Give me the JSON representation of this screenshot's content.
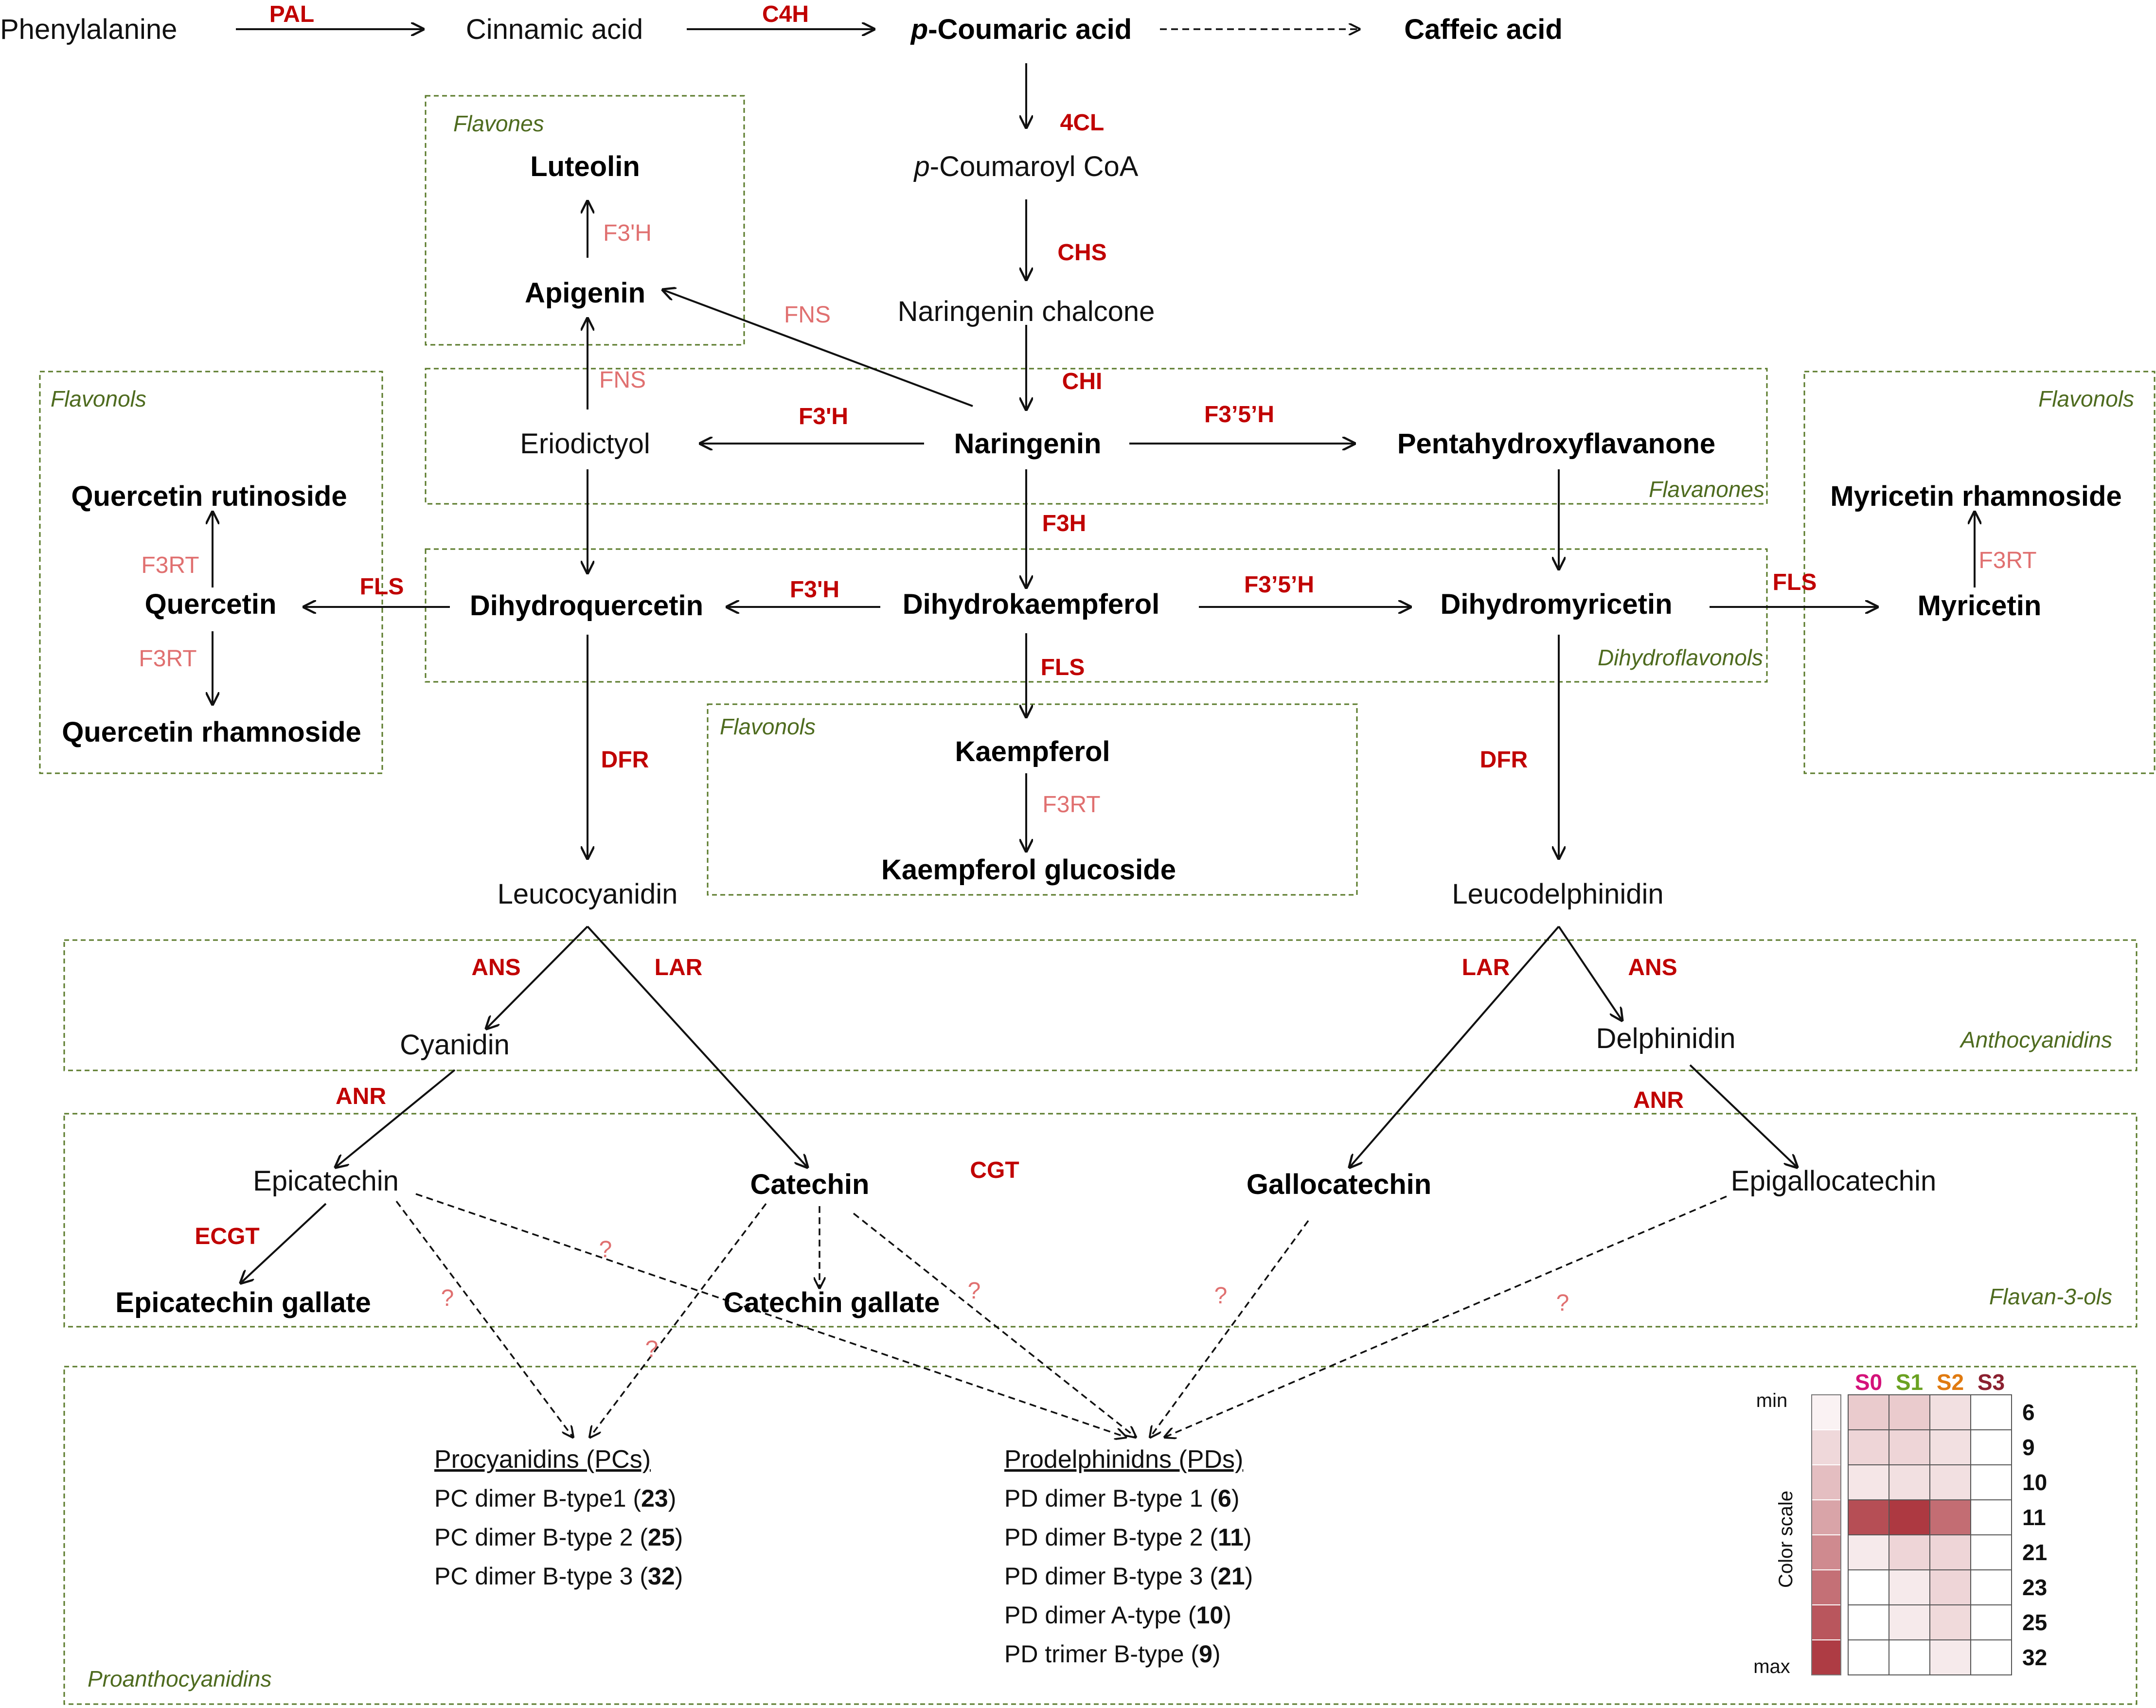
{
  "compounds": {
    "phenylalanine": "Phenylalanine",
    "cinnamic_acid": "Cinnamic acid",
    "p_coumaric_acid_prefix": "p",
    "p_coumaric_acid": "-Coumaric acid",
    "caffeic_acid": "Caffeic acid",
    "p_coumaroyl_coa_prefix": "p",
    "p_coumaroyl_coa": "-Coumaroyl CoA",
    "naringenin_chalcone": "Naringenin chalcone",
    "luteolin": "Luteolin",
    "apigenin": "Apigenin",
    "eriodictyol": "Eriodictyol",
    "naringenin": "Naringenin",
    "pentahydroxyflavanone": "Pentahydroxyflavanone",
    "quercetin_rutinoside": "Quercetin rutinoside",
    "quercetin": "Quercetin",
    "quercetin_rhamnoside": "Quercetin rhamnoside",
    "dihydroquercetin": "Dihydroquercetin",
    "dihydrokaempferol": "Dihydrokaempferol",
    "dihydromyricetin": "Dihydromyricetin",
    "myricetin_rhamnoside": "Myricetin rhamnoside",
    "myricetin": "Myricetin",
    "kaempferol": "Kaempferol",
    "kaempferol_glucoside": "Kaempferol glucoside",
    "leucocyanidin": "Leucocyanidin",
    "leucodelphinidin": "Leucodelphinidin",
    "cyanidin": "Cyanidin",
    "delphinidin": "Delphinidin",
    "epicatechin": "Epicatechin",
    "catechin": "Catechin",
    "gallocatechin": "Gallocatechin",
    "epigallocatechin": "Epigallocatechin",
    "epicatechin_gallate": "Epicatechin gallate",
    "catechin_gallate": "Catechin gallate"
  },
  "enzymes": {
    "pal": "PAL",
    "c4h": "C4H",
    "4cl": "4CL",
    "chs": "CHS",
    "chi": "CHI",
    "fns_1": "FNS",
    "fns_2": "FNS",
    "f3h_apigenin": "F3'H",
    "f3h_eriodictyol": "F3'H",
    "f35h_1": "F3’5’H",
    "f3h": "F3H",
    "f3h_dihydroquercetin": "F3'H",
    "f35h_2": "F3’5’H",
    "fls_quercetin": "FLS",
    "fls_kaempferol": "FLS",
    "fls_myricetin": "FLS",
    "f3rt_q1": "F3RT",
    "f3rt_q2": "F3RT",
    "f3rt_k": "F3RT",
    "f3rt_m": "F3RT",
    "dfr_1": "DFR",
    "dfr_2": "DFR",
    "ans_1": "ANS",
    "lar_1": "LAR",
    "lar_2": "LAR",
    "ans_2": "ANS",
    "anr_1": "ANR",
    "anr_2": "ANR",
    "ecgt": "ECGT",
    "cgt": "CGT"
  },
  "unknown_mark": "?",
  "groups": {
    "flavones": "Flavones",
    "flavonols_left": "Flavonols",
    "flavonols_right": "Flavonols",
    "flavonols_mid": "Flavonols",
    "flavanones": "Flavanones",
    "dihydroflavonols": "Dihydroflavonols",
    "anthocyanidins": "Anthocyanidins",
    "flavan3ols": "Flavan-3-ols",
    "proanthocyanidins": "Proanthocyanidins"
  },
  "procyanidins": {
    "header": "Procyanidins (PCs)",
    "items": [
      {
        "label": "PC dimer B-type1 (",
        "count": "23",
        "close": ")"
      },
      {
        "label": "PC dimer B-type 2 (",
        "count": "25",
        "close": ")"
      },
      {
        "label": "PC dimer B-type 3 (",
        "count": "32",
        "close": ")"
      }
    ]
  },
  "prodelphinidins": {
    "header": "Prodelphinidns (PDs)",
    "items": [
      {
        "label": "PD dimer B-type 1 (",
        "count": "6",
        "close": ")"
      },
      {
        "label": "PD dimer B-type 2 (",
        "count": "11",
        "close": ")"
      },
      {
        "label": "PD dimer B-type 3 (",
        "count": "21",
        "close": ")"
      },
      {
        "label": "PD dimer A-type (",
        "count": "10",
        "close": ")"
      },
      {
        "label": "PD trimer B-type (",
        "count": "9",
        "close": ")"
      }
    ]
  },
  "heatmap": {
    "min_label": "min",
    "max_label": "max",
    "scale_label": "Color scale",
    "columns": [
      {
        "label": "S0",
        "color": "#d4127a"
      },
      {
        "label": "S1",
        "color": "#6aa121"
      },
      {
        "label": "S2",
        "color": "#e07a10"
      },
      {
        "label": "S3",
        "color": "#8b2030"
      }
    ],
    "rows": [
      {
        "label": "6",
        "levels": [
          0.25,
          0.25,
          0.15,
          0.0
        ]
      },
      {
        "label": "9",
        "levels": [
          0.2,
          0.2,
          0.15,
          0.0
        ]
      },
      {
        "label": "10",
        "levels": [
          0.12,
          0.15,
          0.15,
          0.0
        ]
      },
      {
        "label": "11",
        "levels": [
          0.85,
          0.95,
          0.7,
          0.0
        ]
      },
      {
        "label": "21",
        "levels": [
          0.1,
          0.2,
          0.2,
          0.0
        ]
      },
      {
        "label": "23",
        "levels": [
          0.0,
          0.1,
          0.2,
          0.0
        ]
      },
      {
        "label": "25",
        "levels": [
          0.0,
          0.1,
          0.18,
          0.0
        ]
      },
      {
        "label": "32",
        "levels": [
          0.0,
          0.0,
          0.1,
          0.0
        ]
      }
    ],
    "low_color": "#ffffff",
    "high_color": "#a92f37"
  }
}
